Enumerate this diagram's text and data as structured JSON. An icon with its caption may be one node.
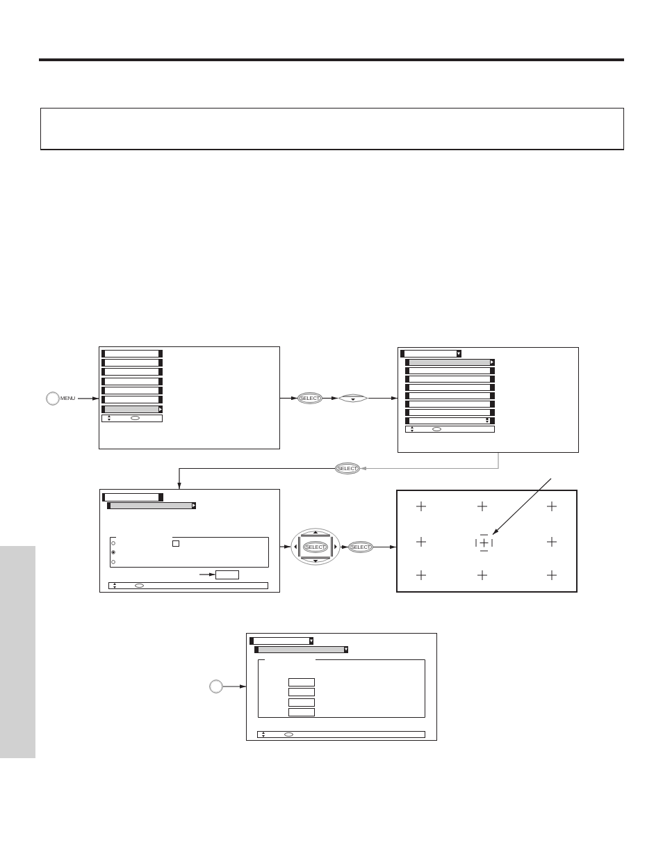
{
  "diagram": {
    "nodes": [
      {
        "text": [],
        "shape": "circle",
        "beside": [
          "MENU"
        ]
      },
      {
        "text": [],
        "shape": "box"
      },
      {
        "text": [
          "SELECT"
        ]
      },
      {
        "text": [],
        "shape": "ellipse"
      },
      {
        "text": [],
        "shape": "box"
      },
      {
        "text": [
          "SELECT"
        ]
      },
      {
        "text": [],
        "shape": "box"
      },
      {
        "text": [],
        "shape": "box",
        "in": 6
      },
      {
        "text": [
          "SELECT"
        ]
      },
      {
        "text": [
          "SELECT"
        ]
      },
      {
        "text": [],
        "shape": "box"
      },
      {
        "text": [],
        "shape": "cross",
        "in": 10
      },
      {
        "text": [],
        "shape": "circle"
      },
      {
        "text": [],
        "shape": "box"
      },
      {
        "text": [],
        "shape": "bar"
      }
    ],
    "edges": [
      {
        "from": 0,
        "to": 1,
        "arrow": "to"
      },
      {
        "from": 1,
        "to": 2,
        "arrow": "to"
      },
      {
        "from": 2,
        "to": 3,
        "arrow": "to"
      },
      {
        "from": 3,
        "to": 4,
        "arrow": "to"
      },
      {
        "from": 4,
        "to": 5,
        "arrow": "to",
        "color": "#9d9d9d"
      },
      {
        "from": 5,
        "to": 6,
        "arrow": "to"
      },
      {
        "from": null,
        "to": 7,
        "arrow": "to"
      },
      {
        "from": 6,
        "to": 8,
        "arrow": "to"
      },
      {
        "from": 8,
        "to": 9,
        "arrow": "to"
      },
      {
        "from": 9,
        "to": 10,
        "arrow": "to"
      },
      {
        "from": null,
        "to": 11,
        "arrow": "to"
      },
      {
        "from": 12,
        "to": 13,
        "arrow": "to"
      }
    ]
  }
}
